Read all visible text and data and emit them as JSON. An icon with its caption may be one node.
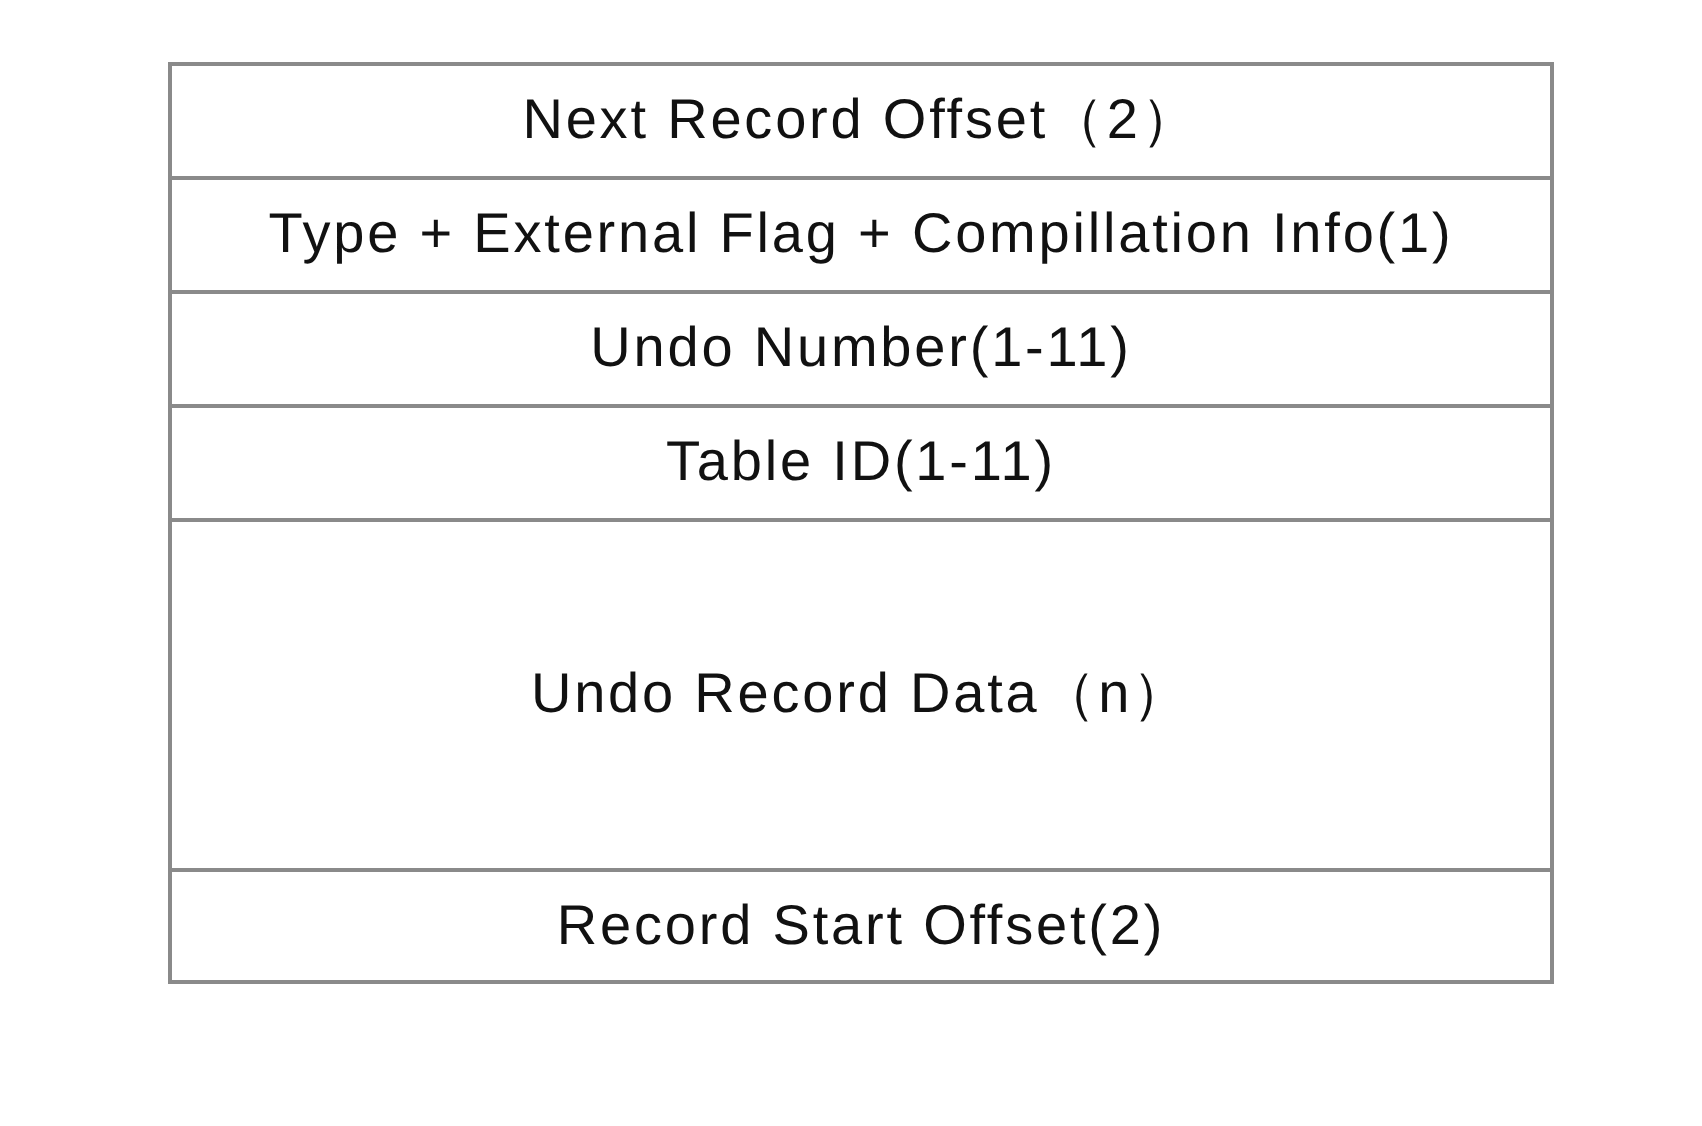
{
  "diagram": {
    "nodes": [
      {
        "text": [
          "Next Record Offset（2）"
        ]
      },
      {
        "text": [
          "Type + External Flag + Compillation Info(1)"
        ]
      },
      {
        "text": [
          "Undo Number(1-11)"
        ]
      },
      {
        "text": [
          "Table ID(1-11)"
        ]
      },
      {
        "text": [
          "Undo Record Data（n）"
        ]
      },
      {
        "text": [
          "Record Start Offset(2)"
        ]
      }
    ]
  }
}
